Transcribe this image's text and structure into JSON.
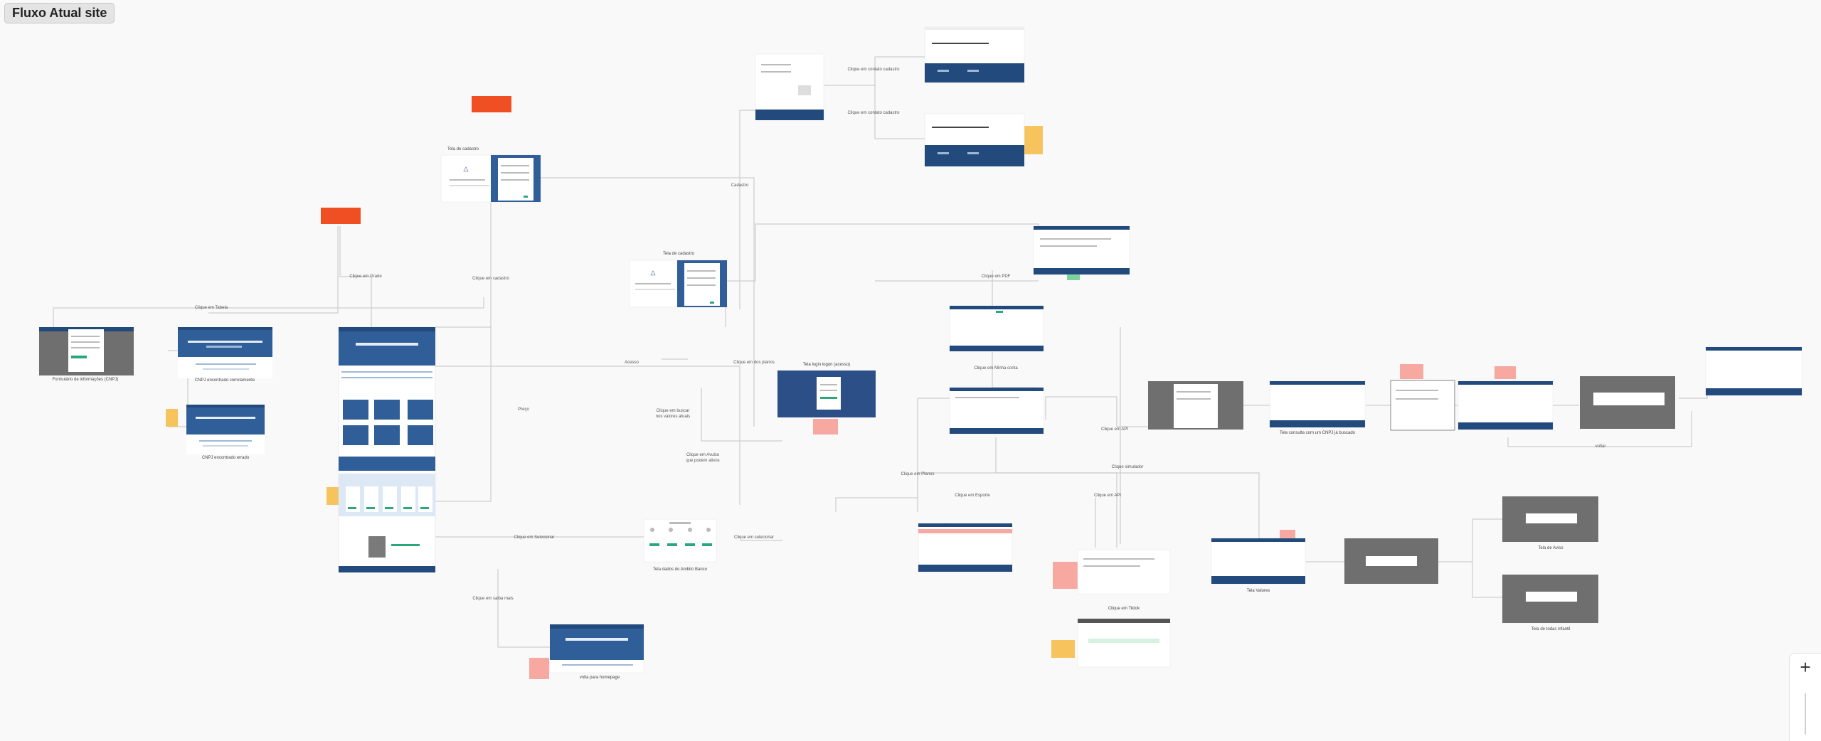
{
  "frame": {
    "title": "Fluxo Atual site"
  },
  "colors": {
    "navy": "#234a7d",
    "blue": "#2f5e99",
    "gray": "#6f6f6f",
    "red": "#f04e23",
    "note_yellow": "#f6c35c",
    "note_pink": "#f7a8a0",
    "note_green": "#7bd39b",
    "connector": "#cfcfcf",
    "green_btn": "#2aa87a"
  },
  "stickers": {
    "red_a": "",
    "red_b": ""
  },
  "screens": [
    {
      "id": "formulario",
      "label": "Formulário de informações (CNPJ)"
    },
    {
      "id": "cnpj-encontrado",
      "label": "CNPJ encontrado corretamente"
    },
    {
      "id": "cnpj-errado",
      "label": "CNPJ encontrado errado"
    },
    {
      "id": "tela-cadastro",
      "label": "Tela de cadastro"
    },
    {
      "id": "tela-cadastro-2",
      "label": "Tela de cadastro"
    },
    {
      "id": "login",
      "label": "Tela login logon (acesso)"
    },
    {
      "id": "tela-dados-ano",
      "label": "Tela dados do Ambito Banco"
    },
    {
      "id": "volta-homepage",
      "label": "volta para homepage"
    },
    {
      "id": "tela-consulta-cnpj",
      "label": "Tela consulta com um CNPJ já buscado"
    },
    {
      "id": "tela-valores",
      "label": "Tela Valores"
    },
    {
      "id": "tela-aviso",
      "label": "Tela de Aviso"
    },
    {
      "id": "tela-aviso-2",
      "label": "Tela de todas infantil"
    },
    {
      "id": "clique-tiktok",
      "label": "Clique em Tiktok"
    }
  ],
  "connectors": {
    "clique_tabela": "Clique em Tabela",
    "clique_cadastro": "Clique em cadastro",
    "clique_grade": "Clique em Grade",
    "cadastro": "Cadastro",
    "clique_contato_cadastro": "Clique em contato cadastro",
    "clique_contato_cadastro_2": "Clique em contato cadastro",
    "acesso": "Acesso",
    "clique_plano": "Clique em dos planos",
    "clique_buscar": "Clique em buscar",
    "clique_buscar_note": "nos valores atuais",
    "clique_avulso": "Clique em Avulso",
    "clique_avulso_2": "que podem ativos",
    "clique_selecionar": "Clique em Selecionar",
    "clique_selecionar_2": "Clique em selecionar",
    "clique_saiba_mais": "Clique em saiba mais",
    "clique_planos": "Clique em Planos",
    "clique_esporte": "Clique em Esporte",
    "clique_api": "Clique em API",
    "clique_api_2": "Clique em API",
    "clique_simulador": "Clique simulador",
    "clique_minha_conta": "Clique em Minha conta",
    "clique_pdf": "Clique em PDF",
    "preco": "Preço",
    "voltar": "voltar"
  }
}
